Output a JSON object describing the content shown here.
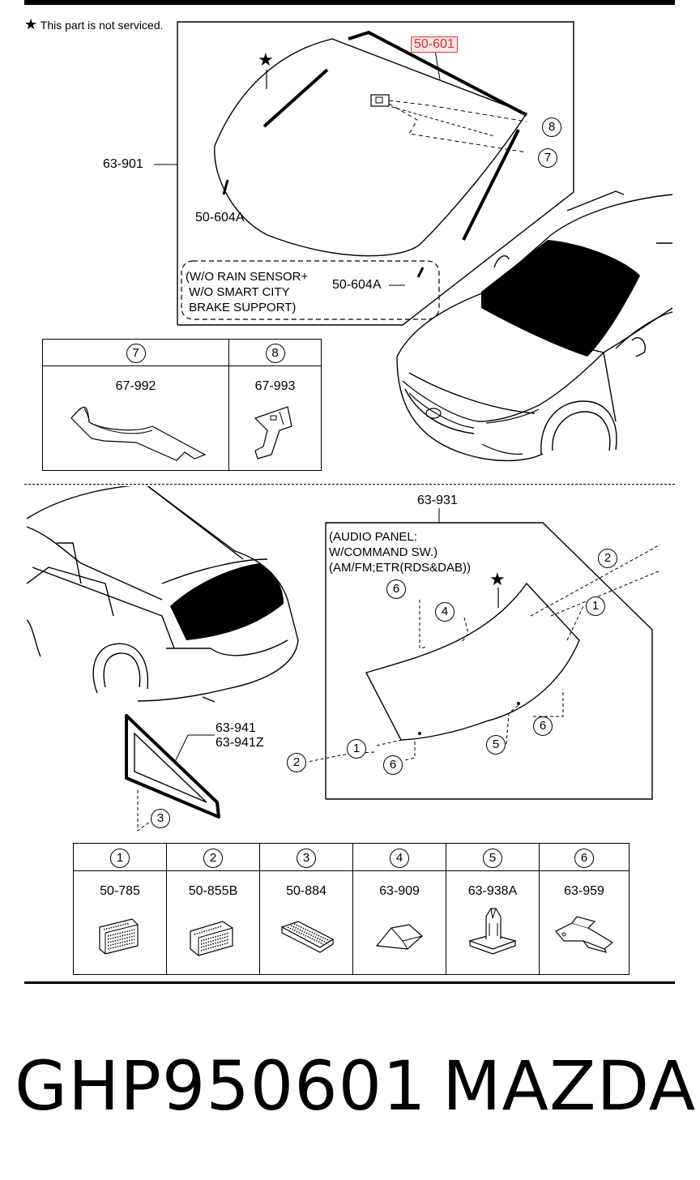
{
  "header": {
    "star_symbol": "★",
    "note": "This part is not serviced."
  },
  "windshield": {
    "highlight_part": "50-601",
    "labels": {
      "glass": "63-901",
      "molding_a": "50-604A",
      "molding_b": "50-604A"
    },
    "condition_note": "(W/O RAIN SENSOR+\n W/O SMART CITY\n BRAKE SUPPORT)",
    "callouts": [
      "8",
      "7"
    ]
  },
  "small_table": {
    "columns": [
      {
        "callout": "7",
        "part": "67-992"
      },
      {
        "callout": "8",
        "part": "67-993"
      }
    ]
  },
  "rear": {
    "glass_label": "63-931",
    "condition_note": "(AUDIO PANEL:\nW/COMMAND SW.)\n(AM/FM;ETR(RDS&DAB))",
    "quarter_glass_a": "63-941",
    "quarter_glass_b": "63-941Z",
    "callouts": [
      "2",
      "1",
      "6",
      "4",
      "1",
      "2",
      "6",
      "5",
      "6",
      "3"
    ]
  },
  "parts_table": {
    "columns": [
      {
        "callout": "1",
        "part": "50-785",
        "icon": "clip-block-icon"
      },
      {
        "callout": "2",
        "part": "50-855B",
        "icon": "clip-wedge-icon"
      },
      {
        "callout": "3",
        "part": "50-884",
        "icon": "foam-strip-icon"
      },
      {
        "callout": "4",
        "part": "63-909",
        "icon": "spacer-block-icon"
      },
      {
        "callout": "5",
        "part": "63-938A",
        "icon": "fastener-stud-icon"
      },
      {
        "callout": "6",
        "part": "63-959",
        "icon": "bracket-clip-icon"
      }
    ]
  },
  "footer": {
    "part_number": "GHP950601",
    "brand": "MAZDA"
  }
}
